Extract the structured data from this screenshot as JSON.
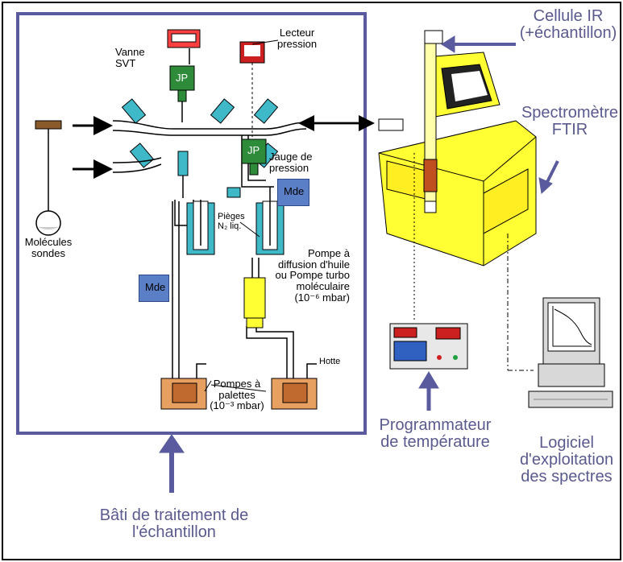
{
  "labels": {
    "cellule_ir": "Cellule IR",
    "cellule_ir_sub": "(+échantillon)",
    "spectro_1": "Spectromètre",
    "spectro_2": "FTIR",
    "lecteur_1": "Lecteur",
    "lecteur_2": "pression",
    "vanne_1": "Vanne",
    "vanne_2": "SVT",
    "jp_top": "JP",
    "jp_mid": "JP",
    "jauge_1": "Jauge de",
    "jauge_2": "pression",
    "mde_right": "Mde",
    "mde_left": "Mde",
    "pieges_1": "Pièges",
    "pieges_2": "N₂ liq.",
    "pompe_1": "Pompe à",
    "pompe_2": "diffusion d'huile",
    "pompe_3": "ou Pompe turbo",
    "pompe_4": "moléculaire",
    "pompe_5": "(10⁻⁶ mbar)",
    "molecules_1": "Molécules",
    "molecules_2": "sondes",
    "hotte": "Hotte",
    "palettes_1": "Pompes à",
    "palettes_2": "palettes",
    "palettes_3": "(10⁻³ mbar)",
    "programmateur_1": "Programmateur",
    "programmateur_2": "de température",
    "logiciel_1": "Logiciel",
    "logiciel_2": "d'exploitation",
    "logiciel_3": "des spectres",
    "bati_1": "Bâti de traitement de",
    "bati_2": "l'échantillon"
  },
  "colors": {
    "frame": "#5a5a9e",
    "arrow": "#5a5a9e",
    "jp_green": "#2e8b3a",
    "instrument_yellow": "#ffff33",
    "trap_cyan": "#3fb8c8",
    "mde_blue": "#5b7fc7",
    "pump_orange": "#e8a060"
  }
}
